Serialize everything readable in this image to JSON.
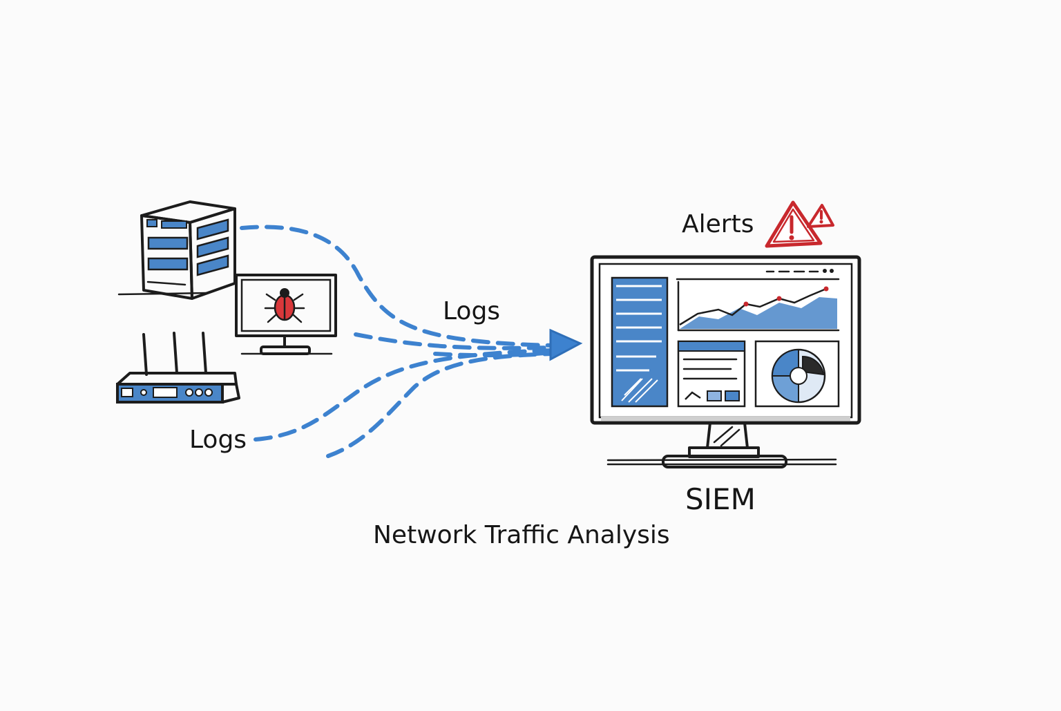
{
  "labels": {
    "logs_top": "Logs",
    "logs_bottom": "Logs",
    "alerts": "Alerts",
    "siem": "SIEM",
    "caption": "Network Traffic Analysis"
  },
  "icons": {
    "sources": [
      "server-rack-icon",
      "infected-monitor-icon",
      "router-icon"
    ],
    "warning": "warning-triangle-icon",
    "destination": "siem-dashboard-monitor-icon"
  },
  "colors": {
    "flow": "#3d82cf",
    "accent_blue": "#4a86c8",
    "alert_red": "#c8282d",
    "ink": "#1c1c1c",
    "background": "#fbfbfb"
  }
}
